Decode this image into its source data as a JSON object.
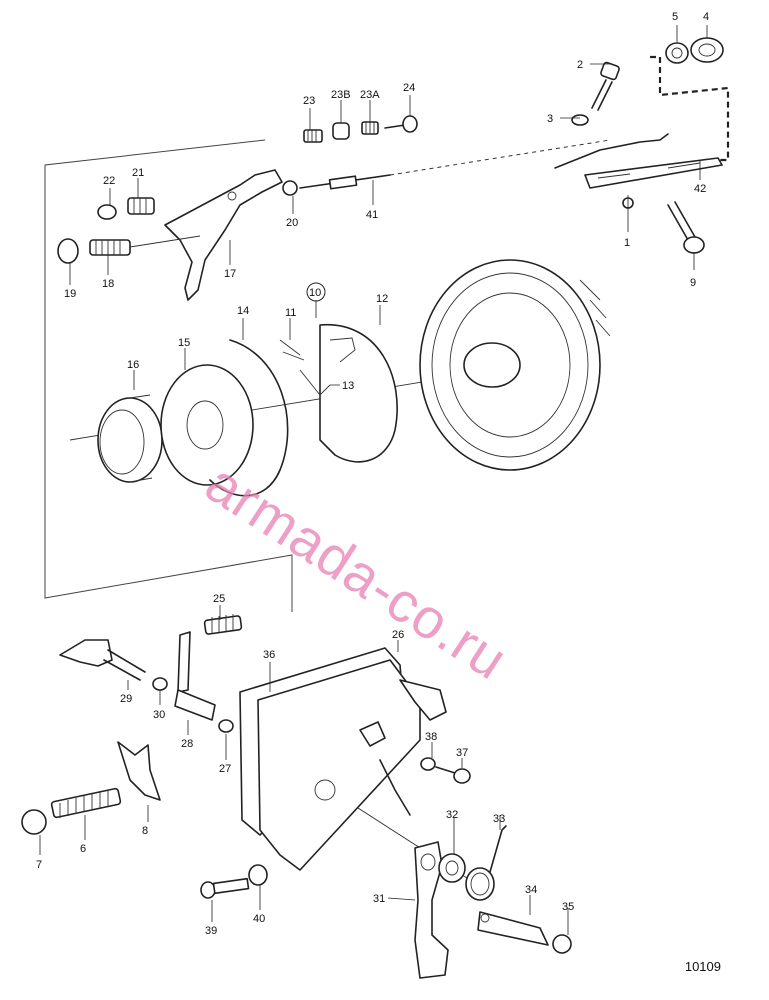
{
  "drawing": {
    "number": "10109",
    "watermark": "armada-co.ru"
  },
  "callouts": [
    "1",
    "2",
    "3",
    "4",
    "5",
    "6",
    "7",
    "8",
    "9",
    "10",
    "11",
    "12",
    "13",
    "14",
    "15",
    "16",
    "17",
    "18",
    "19",
    "20",
    "21",
    "22",
    "23",
    "23B",
    "23A",
    "24",
    "25",
    "26",
    "27",
    "28",
    "29",
    "30",
    "31",
    "32",
    "33",
    "34",
    "35",
    "36",
    "37",
    "38",
    "39",
    "40",
    "41",
    "42"
  ],
  "colors": {
    "ink": "#222222",
    "watermark": "#e87fb4"
  }
}
